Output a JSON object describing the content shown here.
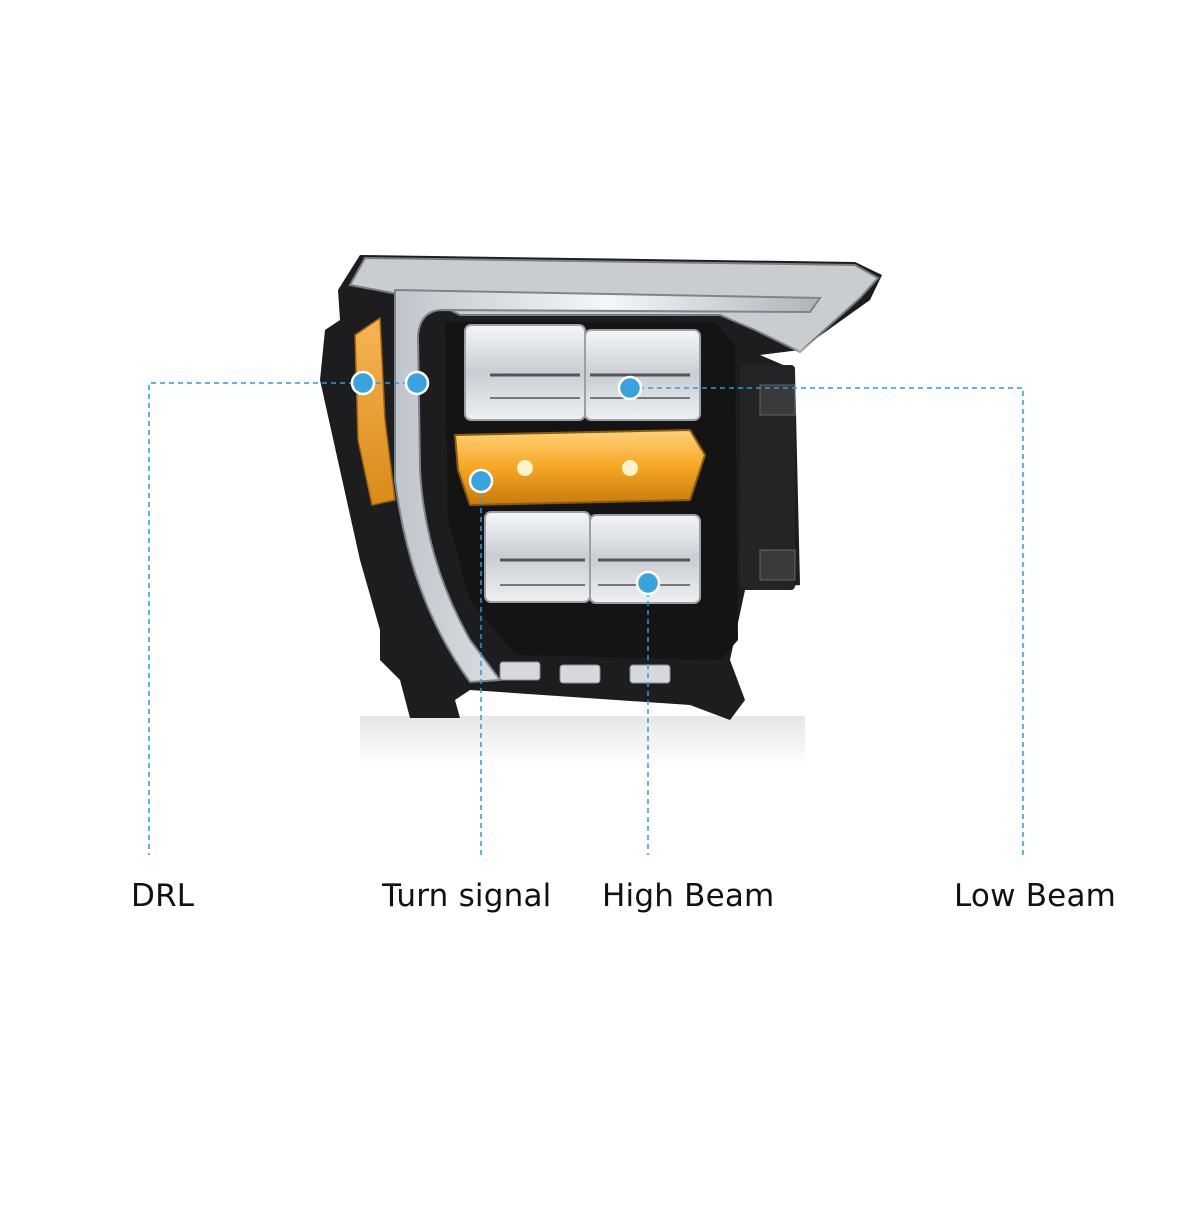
{
  "labels": {
    "drl": "DRL",
    "turn_signal": "Turn signal",
    "high_beam": "High Beam",
    "low_beam": "Low Beam"
  },
  "colors": {
    "callout_line": "#2f9bd6",
    "callout_dot": "#3aa3dc",
    "amber": "#f5a623",
    "housing": "#1b1b1b",
    "chrome": "#d9dde2"
  },
  "icons": [
    "headlight-assembly-image"
  ]
}
